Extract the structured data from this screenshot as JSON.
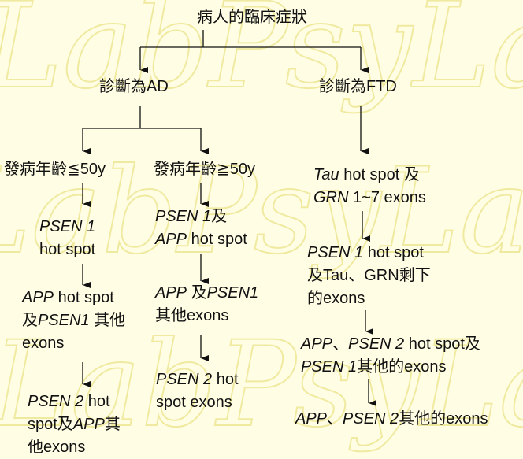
{
  "watermark": "LabPsyLab",
  "colors": {
    "background": "#fffde4",
    "watermark": "#f2eeb0",
    "line": "#111111"
  },
  "nodes": [
    {
      "id": "root",
      "name": "root-symptoms",
      "lines": [
        [
          {
            "t": "病人的臨床症狀"
          }
        ]
      ]
    },
    {
      "id": "ad",
      "name": "diagnosis-ad",
      "lines": [
        [
          {
            "t": "診斷為AD"
          }
        ]
      ]
    },
    {
      "id": "ftd",
      "name": "diagnosis-ftd",
      "lines": [
        [
          {
            "t": "診斷為FTD"
          }
        ]
      ]
    },
    {
      "id": "ad_le50",
      "name": "ad-onset-le-50",
      "lines": [
        [
          {
            "t": "發病年齡≦50y"
          }
        ]
      ]
    },
    {
      "id": "ad_le50_1",
      "name": "ad-le50-step-1",
      "lines": [
        [
          {
            "t": "PSEN 1",
            "i": true
          }
        ],
        [
          {
            "t": "hot spot"
          }
        ]
      ]
    },
    {
      "id": "ad_le50_2",
      "name": "ad-le50-step-2",
      "lines": [
        [
          {
            "t": "APP",
            "i": true
          },
          {
            "t": " hot spot"
          }
        ],
        [
          {
            "t": "及"
          },
          {
            "t": "PSEN1",
            "i": true
          },
          {
            "t": " 其他"
          }
        ],
        [
          {
            "t": "exons"
          }
        ]
      ]
    },
    {
      "id": "ad_le50_3",
      "name": "ad-le50-step-3",
      "lines": [
        [
          {
            "t": "PSEN 2",
            "i": true
          },
          {
            "t": " hot"
          }
        ],
        [
          {
            "t": "spot及"
          },
          {
            "t": "APP",
            "i": true
          },
          {
            "t": "其"
          }
        ],
        [
          {
            "t": "他exons"
          }
        ]
      ]
    },
    {
      "id": "ad_ge50",
      "name": "ad-onset-ge-50",
      "lines": [
        [
          {
            "t": "發病年齡≧50y"
          }
        ]
      ]
    },
    {
      "id": "ad_ge50_1",
      "name": "ad-ge50-step-1",
      "lines": [
        [
          {
            "t": "PSEN 1",
            "i": true
          },
          {
            "t": "及"
          }
        ],
        [
          {
            "t": "APP",
            "i": true
          },
          {
            "t": " hot spot"
          }
        ]
      ]
    },
    {
      "id": "ad_ge50_2",
      "name": "ad-ge50-step-2",
      "lines": [
        [
          {
            "t": "APP",
            "i": true
          },
          {
            "t": " 及"
          },
          {
            "t": "PSEN1",
            "i": true
          }
        ],
        [
          {
            "t": "其他exons"
          }
        ]
      ]
    },
    {
      "id": "ad_ge50_3",
      "name": "ad-ge50-step-3",
      "lines": [
        [
          {
            "t": "PSEN 2",
            "i": true
          },
          {
            "t": " hot"
          }
        ],
        [
          {
            "t": "spot exons"
          }
        ]
      ]
    },
    {
      "id": "ftd_1",
      "name": "ftd-step-1",
      "lines": [
        [
          {
            "t": "Tau",
            "i": true
          },
          {
            "t": " hot spot 及"
          }
        ],
        [
          {
            "t": "GRN",
            "i": true
          },
          {
            "t": " 1~7 exons"
          }
        ]
      ]
    },
    {
      "id": "ftd_2",
      "name": "ftd-step-2",
      "lines": [
        [
          {
            "t": "PSEN 1",
            "i": true
          },
          {
            "t": " hot spot"
          }
        ],
        [
          {
            "t": "及Tau、GRN剩下"
          }
        ],
        [
          {
            "t": "的exons"
          }
        ]
      ]
    },
    {
      "id": "ftd_3",
      "name": "ftd-step-3",
      "lines": [
        [
          {
            "t": "APP",
            "i": true
          },
          {
            "t": "、"
          },
          {
            "t": "PSEN 2",
            "i": true
          },
          {
            "t": " hot spot及"
          }
        ],
        [
          {
            "t": "PSEN 1",
            "i": true
          },
          {
            "t": "其他的exons"
          }
        ]
      ]
    },
    {
      "id": "ftd_4",
      "name": "ftd-step-4",
      "lines": [
        [
          {
            "t": "APP",
            "i": true
          },
          {
            "t": "、"
          },
          {
            "t": "PSEN 2",
            "i": true
          },
          {
            "t": "其他的exons"
          }
        ]
      ]
    }
  ]
}
